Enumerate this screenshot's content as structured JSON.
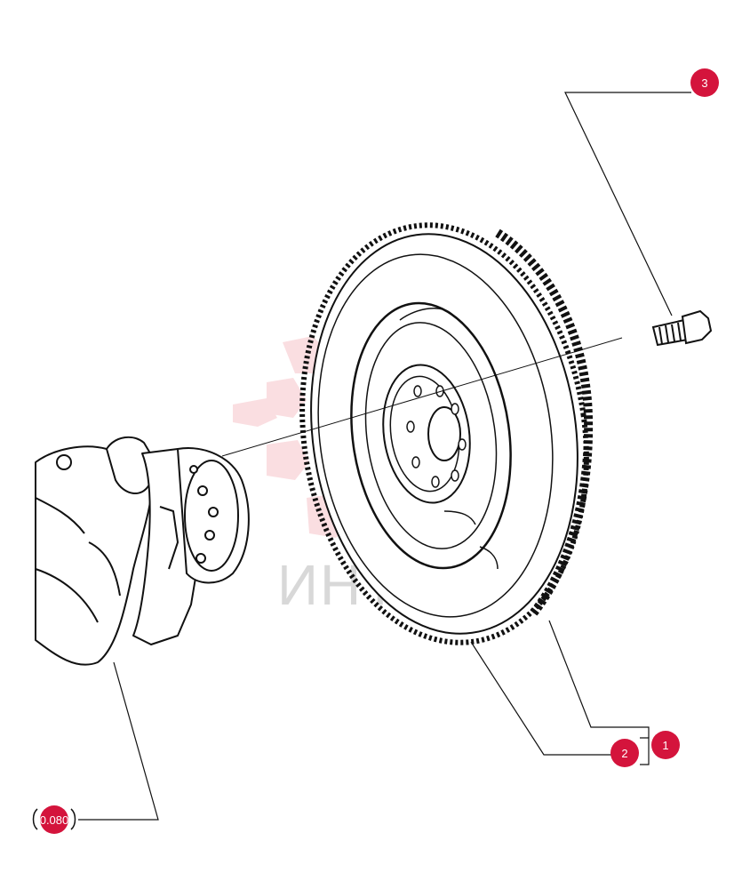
{
  "watermark": {
    "text": "ИНТЕХ",
    "logo_color": "#f7c4c9",
    "text_color": "#d8d8d8"
  },
  "callouts": [
    {
      "id": "1",
      "label": "1"
    },
    {
      "id": "2",
      "label": "2"
    },
    {
      "id": "3",
      "label": "3"
    }
  ],
  "reference": {
    "label": "0.080"
  },
  "colors": {
    "callout": "#d4143c",
    "line": "#111111"
  }
}
